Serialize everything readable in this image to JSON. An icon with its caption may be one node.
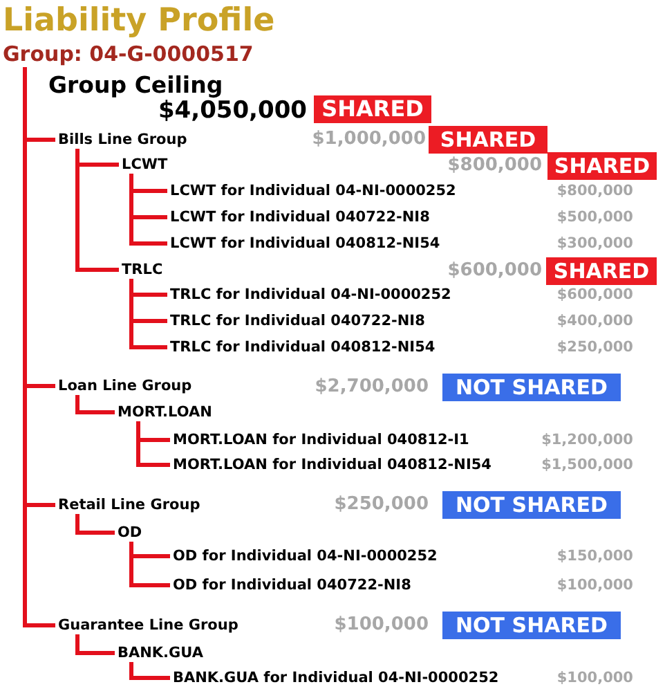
{
  "diagram": {
    "title": "Liability Profile",
    "nodes": [
      {
        "text": [
          "Group: 04-G-0000517"
        ]
      },
      {
        "text": [
          "Bills Line Group"
        ],
        "beside": [
          "$1,000,000",
          "SHARED"
        ]
      },
      {
        "text": [
          "LCWT"
        ],
        "beside": [
          "$800,000",
          "SHARED"
        ]
      },
      {
        "text": [
          "LCWT for Individual 04-NI-0000252"
        ]
      },
      {
        "text": [
          "LCWT for Individual 040722-NI8"
        ]
      },
      {
        "text": [
          "LCWT for Individual 040812-NI54"
        ]
      },
      {
        "text": [
          "TRLC"
        ],
        "beside": [
          "$600,000",
          "SHARED"
        ]
      },
      {
        "text": [
          "TRLC for Individual 04-NI-0000252"
        ]
      },
      {
        "text": [
          "TRLC for Individual 040722-NI8"
        ]
      },
      {
        "text": [
          "TRLC for Individual 040812-NI54"
        ]
      },
      {
        "text": [
          "Loan Line Group"
        ],
        "beside": [
          "$2,700,000",
          "NOT SHARED"
        ]
      },
      {
        "text": [
          "MORT.LOAN"
        ]
      },
      {
        "text": [
          "MORT.LOAN for Individual 040812-I1"
        ]
      },
      {
        "text": [
          "MORT.LOAN for Individual 040812-NI54"
        ]
      },
      {
        "text": [
          "Retail Line Group"
        ],
        "beside": [
          "$250,000",
          "NOT SHARED"
        ]
      },
      {
        "text": [
          "OD"
        ]
      },
      {
        "text": [
          "OD for Individual 04-NI-0000252"
        ]
      },
      {
        "text": [
          "OD for Individual 040722-NI8"
        ]
      },
      {
        "text": [
          "Guarantee Line Group"
        ],
        "beside": [
          "$100,000",
          "NOT SHARED"
        ]
      },
      {
        "text": [
          "BANK.GUA"
        ]
      },
      {
        "text": [
          "BANK.GUA for Individual 04-NI-0000252"
        ]
      }
    ],
    "edges": [
      {
        "from": 0,
        "to": 1,
        "arrow": "none"
      },
      {
        "from": 1,
        "to": 2,
        "arrow": "none"
      },
      {
        "from": 2,
        "to": 3,
        "arrow": "none"
      },
      {
        "from": 2,
        "to": 4,
        "arrow": "none"
      },
      {
        "from": 2,
        "to": 5,
        "arrow": "none"
      },
      {
        "from": 1,
        "to": 6,
        "arrow": "none"
      },
      {
        "from": 6,
        "to": 7,
        "arrow": "none"
      },
      {
        "from": 6,
        "to": 8,
        "arrow": "none"
      },
      {
        "from": 6,
        "to": 9,
        "arrow": "none"
      },
      {
        "from": 0,
        "to": 10,
        "arrow": "none"
      },
      {
        "from": 10,
        "to": 11,
        "arrow": "none"
      },
      {
        "from": 11,
        "to": 12,
        "arrow": "none"
      },
      {
        "from": 11,
        "to": 13,
        "arrow": "none"
      },
      {
        "from": 0,
        "to": 14,
        "arrow": "none"
      },
      {
        "from": 14,
        "to": 15,
        "arrow": "none"
      },
      {
        "from": 15,
        "to": 16,
        "arrow": "none"
      },
      {
        "from": 15,
        "to": 17,
        "arrow": "none"
      },
      {
        "from": 0,
        "to": 18,
        "arrow": "none"
      },
      {
        "from": 18,
        "to": 19,
        "arrow": "none"
      },
      {
        "from": 19,
        "to": 20,
        "arrow": "none"
      }
    ],
    "labels": [
      "Group Ceiling",
      "$4,050,000",
      "SHARED",
      "$800,000",
      "$500,000",
      "$300,000",
      "$600,000",
      "$400,000",
      "$250,000",
      "$1,200,000",
      "$1,500,000",
      "$150,000",
      "$100,000",
      "$100,000"
    ]
  }
}
